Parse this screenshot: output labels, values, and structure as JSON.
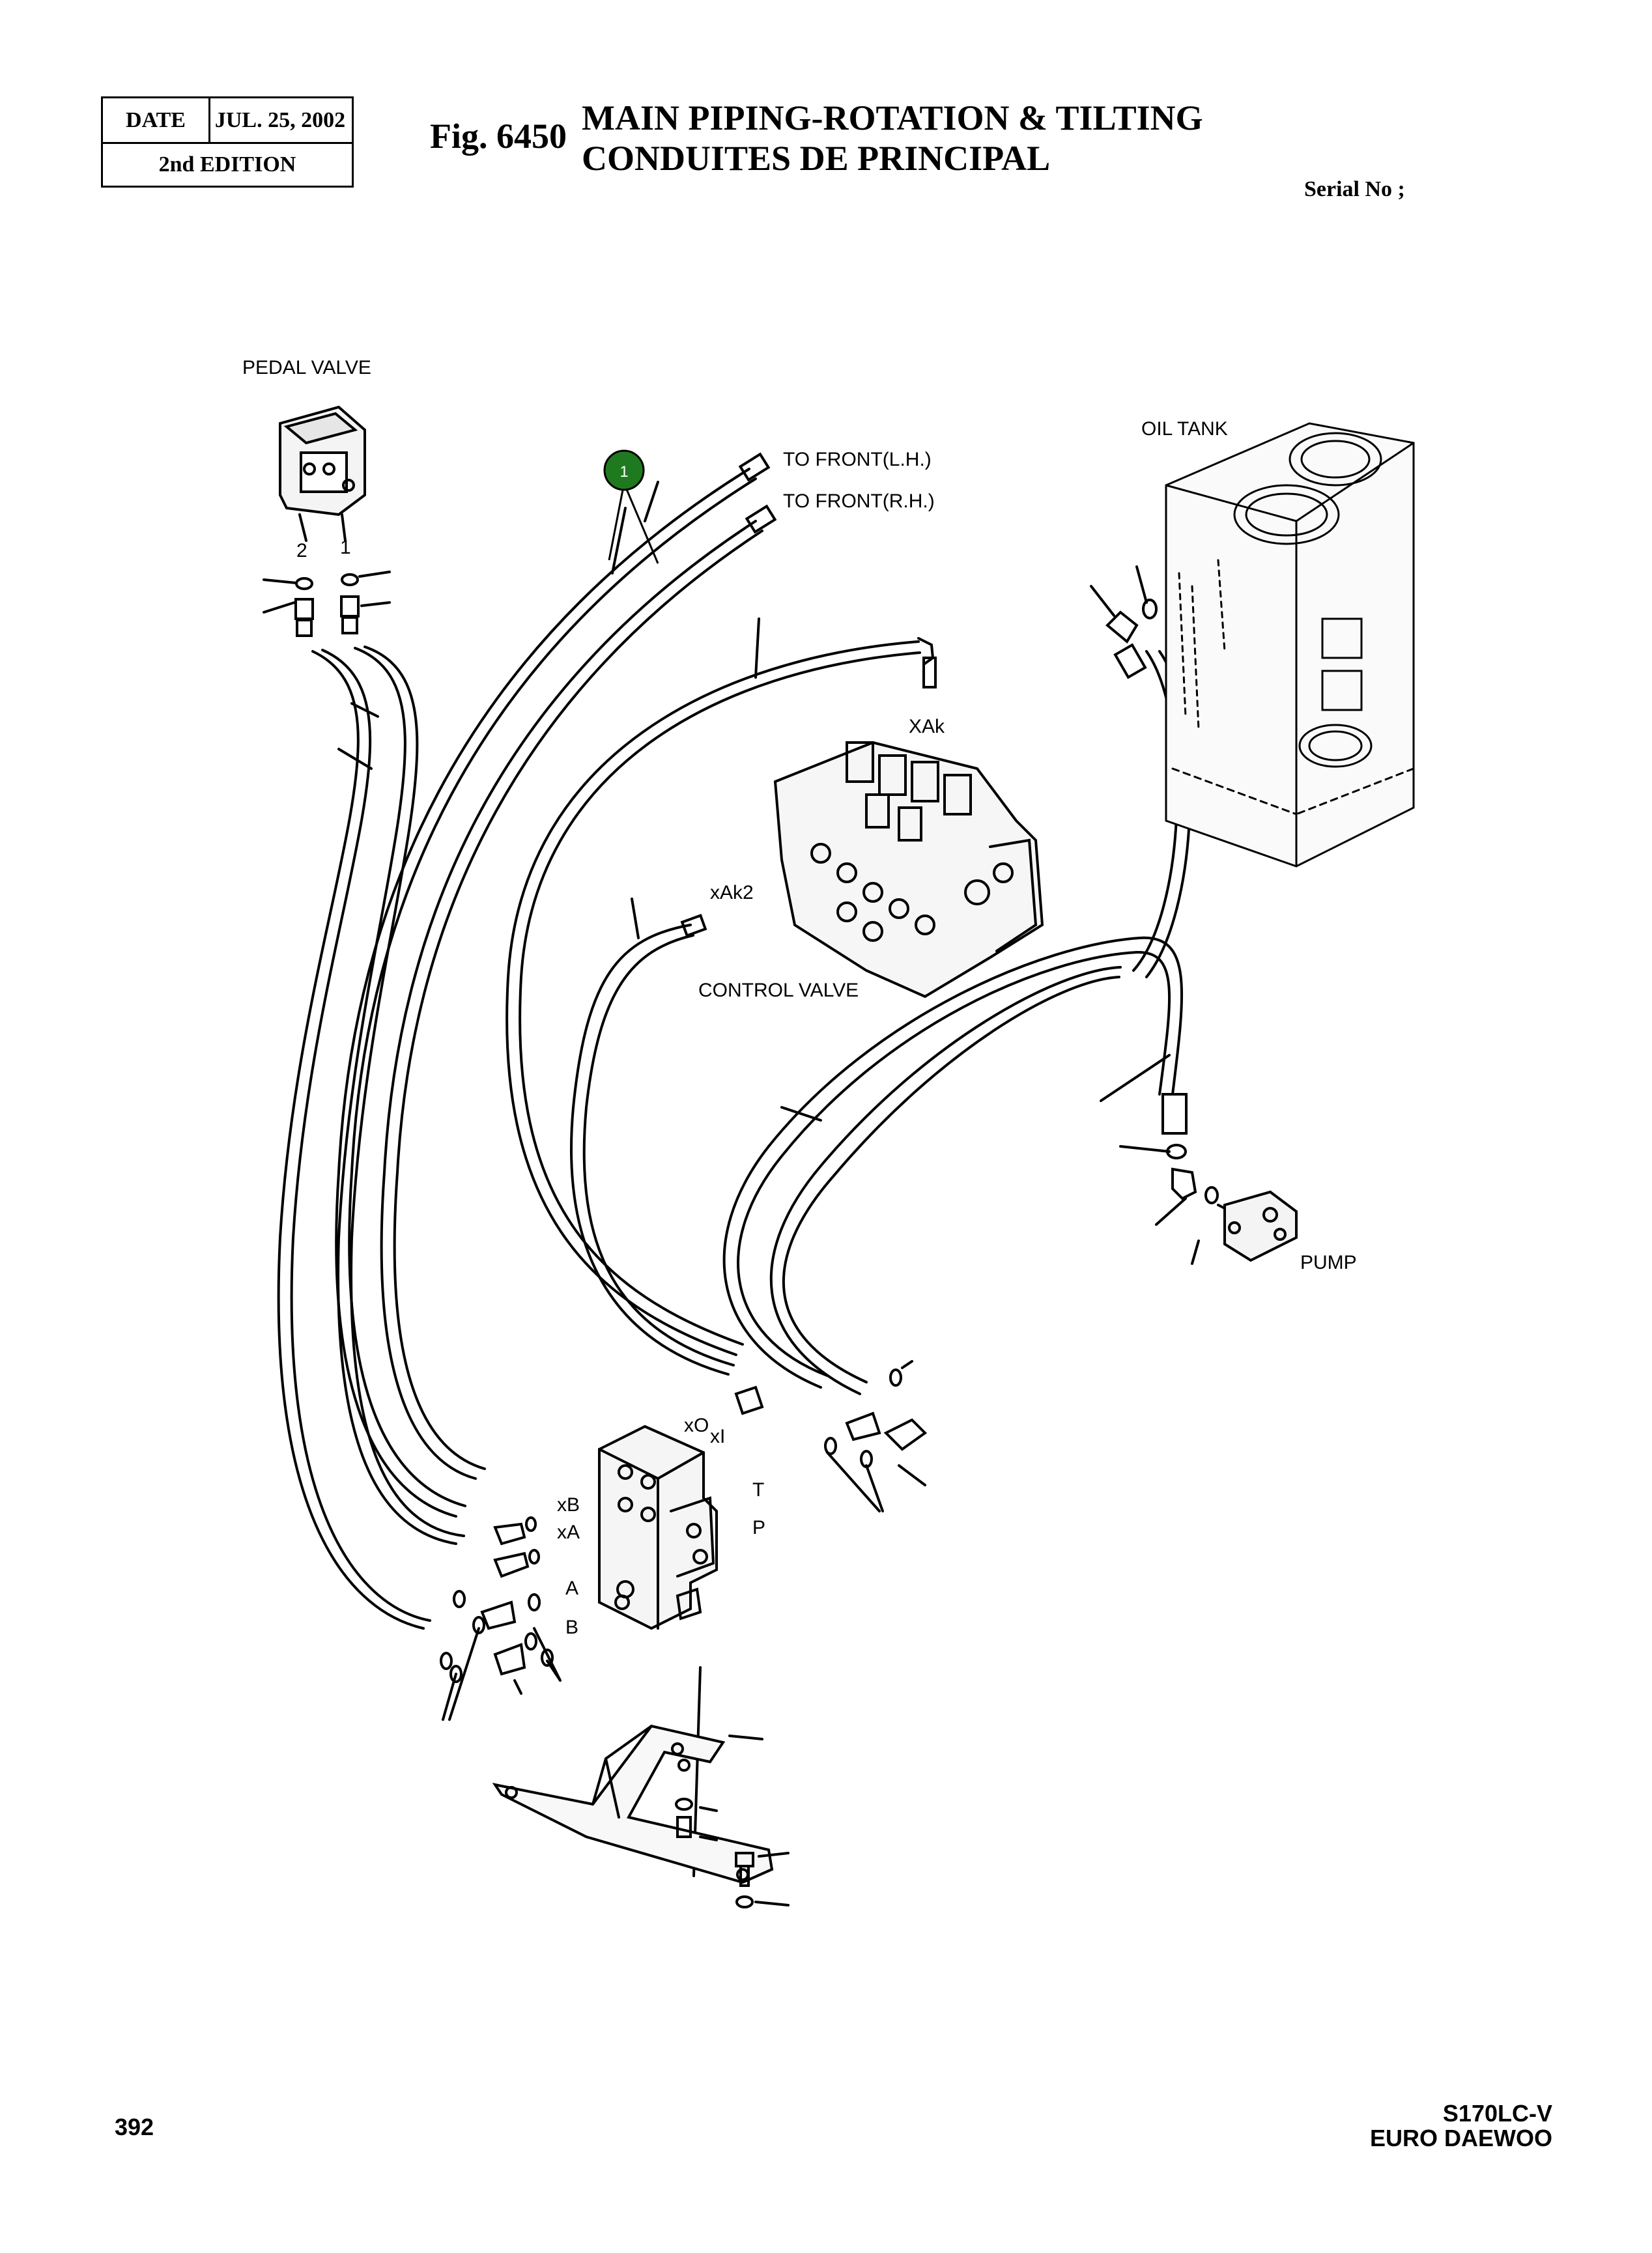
{
  "header": {
    "date_label": "DATE",
    "date_value": "JUL. 25, 2002",
    "edition": "2nd  EDITION",
    "fig_label": "Fig. 6450",
    "title_line1": "MAIN PIPING-ROTATION & TILTING",
    "title_line2": "CONDUITES DE PRINCIPAL",
    "serial": "Serial No ;"
  },
  "labels": {
    "pedal_valve": "PEDAL VALVE",
    "oil_tank": "OIL TANK",
    "to_front_lh": "TO FRONT(L.H.)",
    "to_front_rh": "TO FRONT(R.H.)",
    "xak": "XAk",
    "xak2": "xAk2",
    "control_valve": "CONTROL VALVE",
    "pump": "PUMP",
    "port_2": "2",
    "port_1": "1",
    "xo": "xO",
    "xi": "xI",
    "xb": "xB",
    "xa": "xA",
    "a": "A",
    "b": "B",
    "t": "T",
    "p": "P"
  },
  "callout": {
    "number": "1",
    "color": "#1f7a1f"
  },
  "footer": {
    "page": "392",
    "model": "S170LC-V",
    "brand": "EURO DAEWOO"
  }
}
